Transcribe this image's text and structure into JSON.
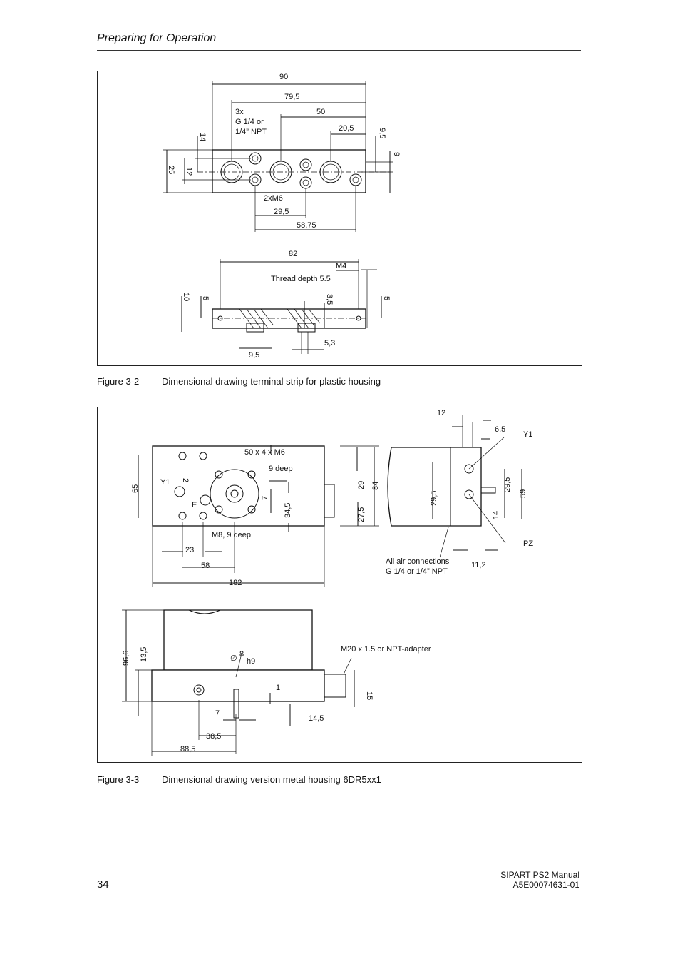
{
  "header": {
    "title": "Preparing for Operation"
  },
  "figure_2": {
    "caption_number": "Figure 3-2",
    "caption_text": "Dimensional drawing terminal strip for plastic housing",
    "labels": {
      "d90": "90",
      "d79_5": "79,5",
      "d50": "50",
      "d20_5": "20,5",
      "d9_5": "9,5",
      "d9": "9",
      "d14": "14",
      "d25": "25",
      "d12": "12",
      "thread_1": "3x",
      "thread_2": "G 1/4 or",
      "thread_3": "1/4” NPT",
      "m6": "2xM6",
      "d29_5": "29,5",
      "d58_75": "58,75",
      "d82": "82",
      "m4": "M4",
      "thread_depth": "Thread depth 5.5",
      "d10": "10",
      "d5a": "5",
      "d3_5": "3,5",
      "d5b": "5",
      "d9_5b": "9,5",
      "d5_3": "5,3"
    }
  },
  "figure_3": {
    "caption_number": "Figure 3-3",
    "caption_text": "Dimensional drawing version metal housing 6DR5xx1",
    "labels": {
      "m6": "50 x 4 x M6",
      "deep9": "9 deep",
      "d65": "65",
      "y1": "Y1",
      "d2": "2",
      "e": "E",
      "d7": "7",
      "d34_5": "34,5",
      "m8": "M8, 9 deep",
      "d23": "23",
      "d58": "58",
      "d182": "182",
      "d29": "29",
      "d84": "84",
      "d27_5": "27,5",
      "d12": "12",
      "d6_5": "6,5",
      "y1r": "Y1",
      "d29_5a": "29,5",
      "d29_5b": "29,5",
      "d59": "59",
      "d14": "14",
      "pz": "PZ",
      "air_1": "All air connections",
      "air_2": "G 1/4 or 1/4” NPT",
      "d11_2": "11,2",
      "d96_6": "96,6",
      "d13_5": "13,5",
      "d8": "8",
      "h9": "h9",
      "dia": "∅",
      "m20": "M20 x 1.5 or NPT-adapter",
      "d1": "1",
      "d15": "15",
      "d7b": "7",
      "d14_5": "14,5",
      "d38_5": "38,5",
      "d88_5": "88,5"
    }
  },
  "footer": {
    "page_number": "34",
    "manual_title": "SIPART PS2  Manual",
    "doc_number": "A5E00074631-01"
  }
}
